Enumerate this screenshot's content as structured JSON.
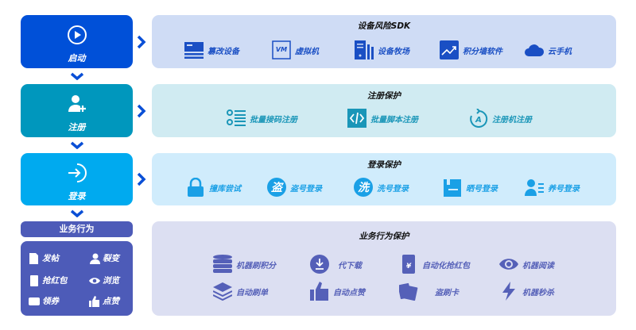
{
  "colors": {
    "start": "#0050d8",
    "register": "#0097bd",
    "login": "#00aaef",
    "business": "#4d5bb8"
  },
  "stages": [
    {
      "label": "启动",
      "icon": "play-circle-icon"
    },
    {
      "label": "注册",
      "icon": "user-add-icon"
    },
    {
      "label": "登录",
      "icon": "login-arrow-icon"
    }
  ],
  "business": {
    "title": "业务行为",
    "items": [
      "发帖",
      "裂变",
      "抢红包",
      "浏览",
      "领券",
      "点赞"
    ]
  },
  "panels": [
    {
      "title": "设备风险SDK",
      "items": [
        "篡改设备",
        "虚拟机",
        "设备牧场",
        "积分墙软件",
        "云手机"
      ]
    },
    {
      "title": "注册保护",
      "items": [
        "批量接码注册",
        "批量脚本注册",
        "注册机注册"
      ]
    },
    {
      "title": "登录保护",
      "items": [
        "撞库尝试",
        "盗号登录",
        "洗号登录",
        "晒号登录",
        "养号登录"
      ]
    },
    {
      "title": "业务行为保护",
      "items": [
        "机器刷积分",
        "代下载",
        "自动化抢红包",
        "机器阅读",
        "自动刷单",
        "自动点赞",
        "盗刷卡",
        "机器秒杀"
      ]
    }
  ],
  "icon_glyphs": {
    "vm": "VM",
    "steal": "盗",
    "wash": "洗",
    "yuan": "¥",
    "register_bot": "A"
  }
}
